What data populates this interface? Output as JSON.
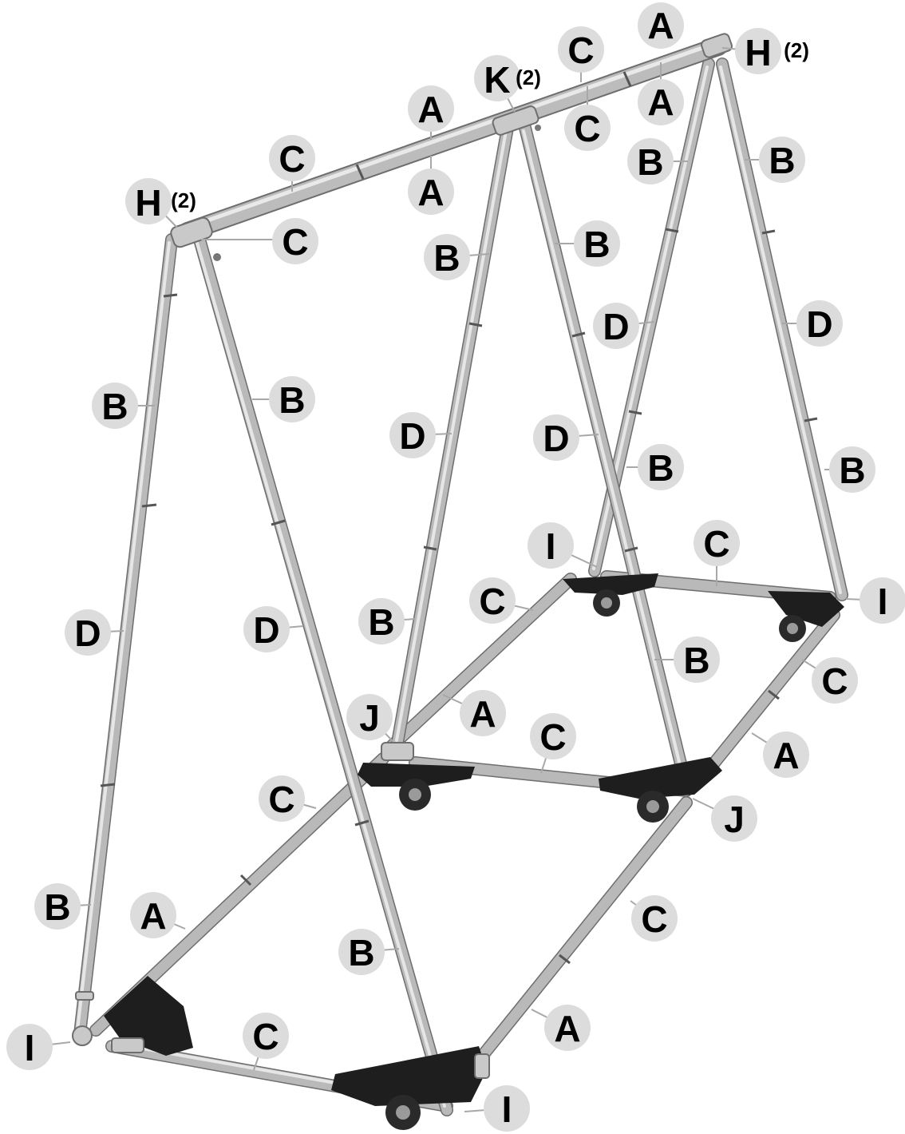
{
  "diagram": {
    "callouts": [
      {
        "id": "c1",
        "letter": "A",
        "qty": ""
      },
      {
        "id": "c2",
        "letter": "H",
        "qty": "(2)"
      },
      {
        "id": "c3",
        "letter": "C",
        "qty": ""
      },
      {
        "id": "c4",
        "letter": "K",
        "qty": "(2)"
      },
      {
        "id": "c5",
        "letter": "A",
        "qty": ""
      },
      {
        "id": "c6",
        "letter": "C",
        "qty": ""
      },
      {
        "id": "c7",
        "letter": "A",
        "qty": ""
      },
      {
        "id": "c8",
        "letter": "C",
        "qty": ""
      },
      {
        "id": "c9",
        "letter": "H",
        "qty": "(2)"
      },
      {
        "id": "c10",
        "letter": "A",
        "qty": ""
      },
      {
        "id": "c11",
        "letter": "B",
        "qty": ""
      },
      {
        "id": "c12",
        "letter": "B",
        "qty": ""
      },
      {
        "id": "c13",
        "letter": "C",
        "qty": ""
      },
      {
        "id": "c14",
        "letter": "B",
        "qty": ""
      },
      {
        "id": "c15",
        "letter": "B",
        "qty": ""
      },
      {
        "id": "c16",
        "letter": "D",
        "qty": ""
      },
      {
        "id": "c17",
        "letter": "D",
        "qty": ""
      },
      {
        "id": "c18",
        "letter": "B",
        "qty": ""
      },
      {
        "id": "c19",
        "letter": "B",
        "qty": ""
      },
      {
        "id": "c20",
        "letter": "D",
        "qty": ""
      },
      {
        "id": "c21",
        "letter": "D",
        "qty": ""
      },
      {
        "id": "c22",
        "letter": "B",
        "qty": ""
      },
      {
        "id": "c23",
        "letter": "B",
        "qty": ""
      },
      {
        "id": "c24",
        "letter": "I",
        "qty": ""
      },
      {
        "id": "c25",
        "letter": "C",
        "qty": ""
      },
      {
        "id": "c26",
        "letter": "C",
        "qty": ""
      },
      {
        "id": "c27",
        "letter": "I",
        "qty": ""
      },
      {
        "id": "c28",
        "letter": "D",
        "qty": ""
      },
      {
        "id": "c29",
        "letter": "D",
        "qty": ""
      },
      {
        "id": "c30",
        "letter": "B",
        "qty": ""
      },
      {
        "id": "c31",
        "letter": "B",
        "qty": ""
      },
      {
        "id": "c32",
        "letter": "C",
        "qty": ""
      },
      {
        "id": "c33",
        "letter": "J",
        "qty": ""
      },
      {
        "id": "c34",
        "letter": "A",
        "qty": ""
      },
      {
        "id": "c35",
        "letter": "C",
        "qty": ""
      },
      {
        "id": "c36",
        "letter": "A",
        "qty": ""
      },
      {
        "id": "c37",
        "letter": "C",
        "qty": ""
      },
      {
        "id": "c38",
        "letter": "J",
        "qty": ""
      },
      {
        "id": "c39",
        "letter": "B",
        "qty": ""
      },
      {
        "id": "c40",
        "letter": "A",
        "qty": ""
      },
      {
        "id": "c41",
        "letter": "C",
        "qty": ""
      },
      {
        "id": "c42",
        "letter": "B",
        "qty": ""
      },
      {
        "id": "c43",
        "letter": "A",
        "qty": ""
      },
      {
        "id": "c44",
        "letter": "I",
        "qty": ""
      },
      {
        "id": "c45",
        "letter": "C",
        "qty": ""
      },
      {
        "id": "c46",
        "letter": "I",
        "qty": ""
      }
    ]
  }
}
